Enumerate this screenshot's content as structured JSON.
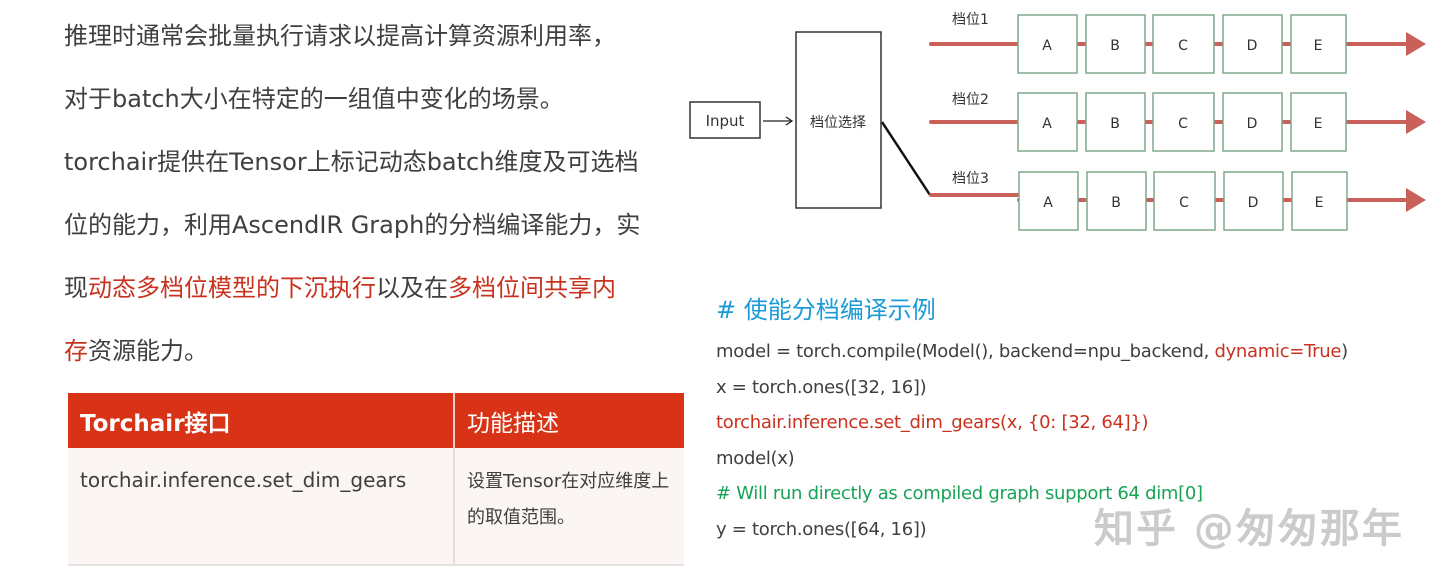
{
  "intro": {
    "lines": [
      {
        "segments": [
          {
            "text": "推理时通常会批量执行请求以提高计算资源利用率，",
            "highlight": false
          }
        ]
      },
      {
        "segments": [
          {
            "text": "对于batch大小在特定的一组值中变化的场景。",
            "highlight": false
          }
        ]
      },
      {
        "segments": [
          {
            "text": "torchair提供在Tensor上标记动态batch维度及可选档",
            "highlight": false
          }
        ]
      },
      {
        "segments": [
          {
            "text": "位的能力，利用AscendIR Graph的分档编译能力，实",
            "highlight": false
          }
        ]
      },
      {
        "segments": [
          {
            "text": "现",
            "highlight": false
          },
          {
            "text": "动态多档位模型的下沉执行",
            "highlight": true
          },
          {
            "text": "以及在",
            "highlight": false
          },
          {
            "text": "多档位间共享内",
            "highlight": true
          }
        ]
      },
      {
        "segments": [
          {
            "text": "存",
            "highlight": true
          },
          {
            "text": "资源能力。",
            "highlight": false
          }
        ]
      }
    ],
    "highlight_color": "#c8321e"
  },
  "table": {
    "headers": [
      "Torchair接口",
      "功能描述"
    ],
    "rows": [
      {
        "api": "torchair.inference.set_dim_gears",
        "desc": "设置Tensor在对应维度上的取值范围。"
      }
    ],
    "header_color": "#d83316"
  },
  "diagram": {
    "input_label": "Input",
    "selector_label": "档位选择",
    "gears": [
      {
        "label": "档位1",
        "stages": [
          "A",
          "B",
          "C",
          "D",
          "E"
        ]
      },
      {
        "label": "档位2",
        "stages": [
          "A",
          "B",
          "C",
          "D",
          "E"
        ]
      },
      {
        "label": "档位3",
        "stages": [
          "A",
          "B",
          "C",
          "D",
          "E"
        ]
      }
    ],
    "line_color": "#c9605a",
    "box_border_color": "#7fa88a"
  },
  "code": {
    "title": "# 使能分档编译示例",
    "lines": [
      {
        "segments": [
          {
            "text": "model = torch.compile(Model(), backend=npu_backend, ",
            "style": "plain"
          },
          {
            "text": "dynamic=True",
            "style": "red"
          },
          {
            "text": ")",
            "style": "plain"
          }
        ]
      },
      {
        "segments": [
          {
            "text": "x = torch.ones([32, 16])",
            "style": "plain"
          }
        ]
      },
      {
        "segments": [
          {
            "text": "torchair.inference.set_dim_gears(x, {0: [32, 64]})",
            "style": "red"
          }
        ]
      },
      {
        "segments": [
          {
            "text": "model(x)",
            "style": "plain"
          }
        ]
      },
      {
        "segments": [
          {
            "text": "# Will run directly as compiled graph support 64 dim[0]",
            "style": "green"
          }
        ]
      },
      {
        "segments": [
          {
            "text": "y = torch.ones([64, 16])",
            "style": "plain"
          }
        ]
      }
    ],
    "title_color": "#1b9bd6",
    "comment_color": "#17a356"
  },
  "watermark": "知乎 @匆匆那年"
}
